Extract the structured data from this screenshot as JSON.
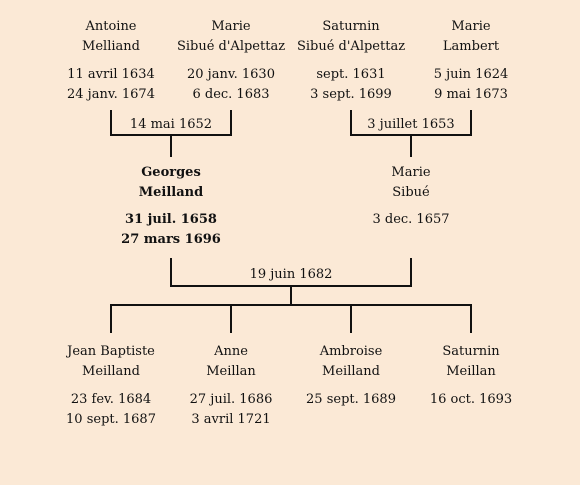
{
  "grandparents": [
    {
      "first": "Antoine",
      "last": "Melliand",
      "birth": "11 avril 1634",
      "death": "24 janv. 1674"
    },
    {
      "first": "Marie",
      "last": "Sibué d'Alpettaz",
      "birth": "20 janv. 1630",
      "death": "6 dec. 1683"
    },
    {
      "first": "Saturnin",
      "last": "Sibué d'Alpettaz",
      "birth": "sept. 1631",
      "death": "3 sept. 1699"
    },
    {
      "first": "Marie",
      "last": "Lambert",
      "birth": "5 juin 1624",
      "death": "9 mai 1673"
    }
  ],
  "grandparent_marriages": [
    "14 mai 1652",
    "3 juillet 1653"
  ],
  "parents": [
    {
      "first": "Georges",
      "last": "Meilland",
      "birth": "31 juil. 1658",
      "death": "27 mars 1696"
    },
    {
      "first": "Marie",
      "last": "Sibué",
      "birth": "3 dec. 1657",
      "death": ""
    }
  ],
  "parent_marriage": "19 juin 1682",
  "children": [
    {
      "first": "Jean Baptiste",
      "last": "Meilland",
      "birth": "23 fev. 1684",
      "death": "10 sept. 1687"
    },
    {
      "first": "Anne",
      "last": "Meillan",
      "birth": "27 juil. 1686",
      "death": "3 avril 1721"
    },
    {
      "first": "Ambroise",
      "last": "Meilland",
      "birth": "25 sept. 1689",
      "death": ""
    },
    {
      "first": "Saturnin",
      "last": "Meillan",
      "birth": "16 oct. 1693",
      "death": ""
    }
  ]
}
